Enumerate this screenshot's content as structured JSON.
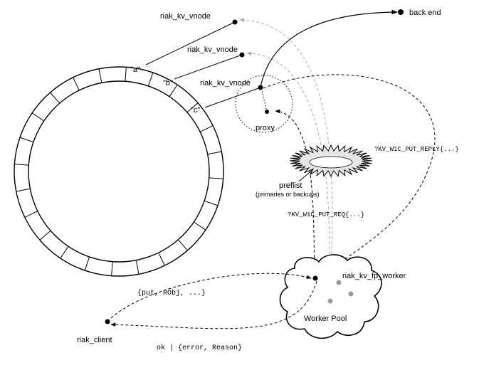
{
  "diagram": {
    "colors": {
      "ink": "#000000",
      "grey_path": "#aaaaaa",
      "worker_dot": "#999999",
      "preflist_fill": "#e6e6e6"
    },
    "ring": {
      "partition_labels": [
        "\"a\"",
        "\"b\"",
        "\"c\""
      ]
    },
    "nodes": {
      "vnode_a": "riak_kv_vnode",
      "vnode_b": "riak_kv_vnode",
      "vnode_c": "riak_kv_vnode",
      "back_end": "back end",
      "proxy": "proxy",
      "preflist": "preflist",
      "preflist_note": "(primaries or backups)",
      "worker": "riak_kv_fp_worker",
      "worker_pool": "Worker Pool",
      "client": "riak_client"
    },
    "messages": {
      "put_req": "?KV_W1C_PUT_REQ{...}",
      "put_reply": "?KV_W1C_PUT_REPLY{...}",
      "put_call": "{put, RObj, ...}",
      "reply": "ok | {error, Reason}"
    }
  }
}
